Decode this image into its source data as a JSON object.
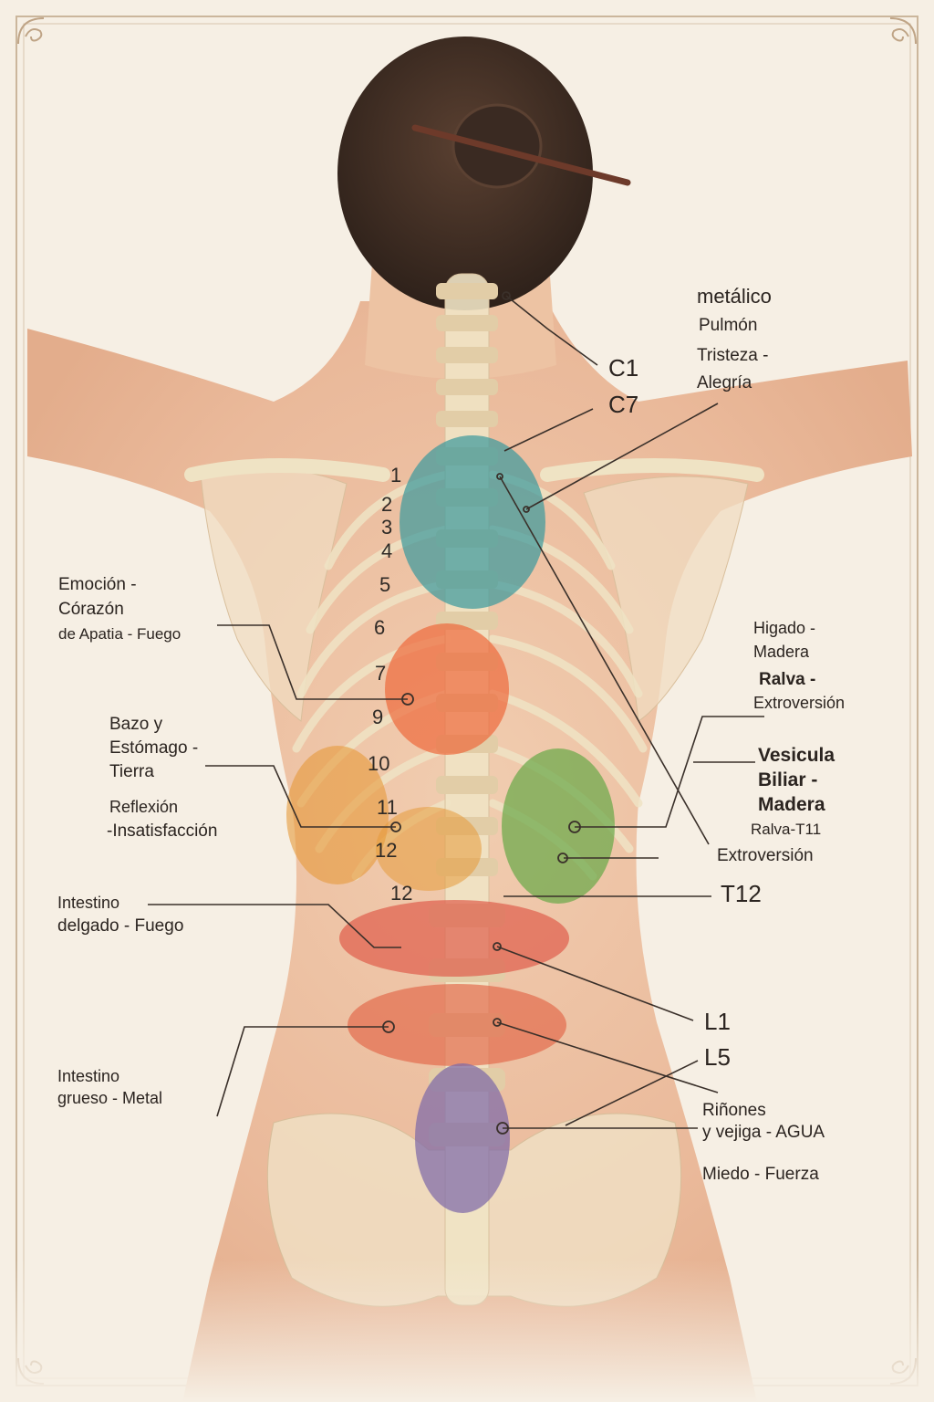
{
  "colors": {
    "background": "#f6efe4",
    "frame": "#cbb69c",
    "skin": "#eec6a8",
    "bone": "#efe3c4",
    "hair": "#3a2a22",
    "leader_line": "#3a302a",
    "zone_teal": "#3e9a9c",
    "zone_orange": "#ee6a3c",
    "zone_amber": "#e69a3a",
    "zone_green": "#6ba94a",
    "zone_red": "#df5a48",
    "zone_purple": "#7e6aa8"
  },
  "icons": {
    "corner_ornament": "corner-scroll-ornament",
    "marker": "hollow-circle-marker"
  },
  "vertebra_labels": {
    "c1": "C1",
    "c7": "C7",
    "t12": "T12",
    "l1": "L1",
    "l5": "L5"
  },
  "thoracic_numbers": {
    "n1": "1",
    "n2": "2",
    "n3": "3",
    "n4": "4",
    "n5": "5",
    "n6": "6",
    "n7": "7",
    "n9": "9",
    "n10": "10",
    "n11": "11",
    "n12a": "12",
    "n12b": "12"
  },
  "lung": {
    "line1": "metálico",
    "line2": "Pulmón",
    "line3": "Tristeza -",
    "line4": "Alegría"
  },
  "heart": {
    "line1": "Emoción -",
    "line2": "Córazón",
    "line3": "de Apatia - Fuego"
  },
  "liver": {
    "line1": "Higado -",
    "line2": "Madera",
    "line3": "Ralva -",
    "line4": "Extroversión"
  },
  "spleen": {
    "line1": "Bazo y",
    "line2": "Estómago -",
    "line3": "Tierra",
    "line4": "Reflexión",
    "line5": "-Insatisfacción"
  },
  "gallbladder": {
    "line1": "Vesicula",
    "line2": "Biliar -",
    "line3": "Madera",
    "line4": "Ralva-T11",
    "line5": "Extroversión"
  },
  "small_intestine": {
    "line1": "Intestino",
    "line2": "delgado - Fuego"
  },
  "large_intestine": {
    "line1": "Intestino",
    "line2": "grueso - Metal"
  },
  "kidneys": {
    "line1": "Riñones",
    "line2": "y vejiga - AGUA",
    "line3": "Miedo - Fuerza"
  }
}
